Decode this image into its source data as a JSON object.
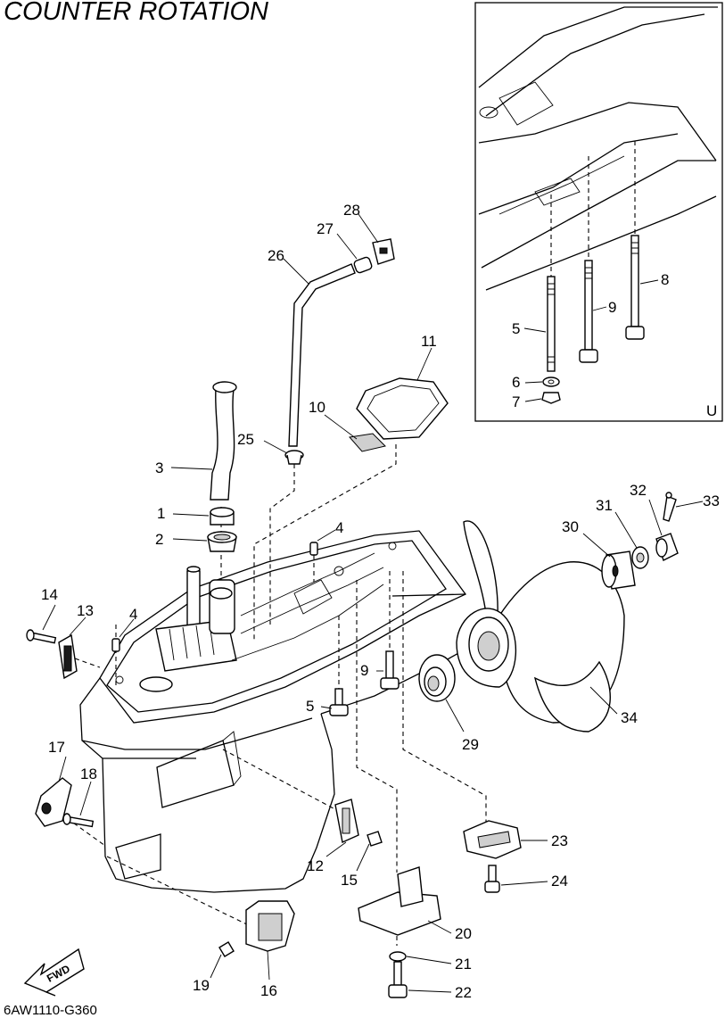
{
  "diagram": {
    "title": "COUNTER ROTATION",
    "code": "6AW1110-G360",
    "forward_label": "FWD",
    "inset_label": "U"
  },
  "callouts": {
    "p1": "1",
    "p2": "2",
    "p3": "3",
    "p4a": "4",
    "p4b": "4",
    "p5a": "5",
    "p5b": "5",
    "p6": "6",
    "p7": "7",
    "p8": "8",
    "p9a": "9",
    "p9b": "9",
    "p10": "10",
    "p11": "11",
    "p12": "12",
    "p13": "13",
    "p14": "14",
    "p15": "15",
    "p16": "16",
    "p17": "17",
    "p18": "18",
    "p19": "19",
    "p20": "20",
    "p21": "21",
    "p22": "22",
    "p23": "23",
    "p24": "24",
    "p25": "25",
    "p26": "26",
    "p27": "27",
    "p28": "28",
    "p29": "29",
    "p30": "30",
    "p31": "31",
    "p32": "32",
    "p33": "33",
    "p34": "34"
  }
}
